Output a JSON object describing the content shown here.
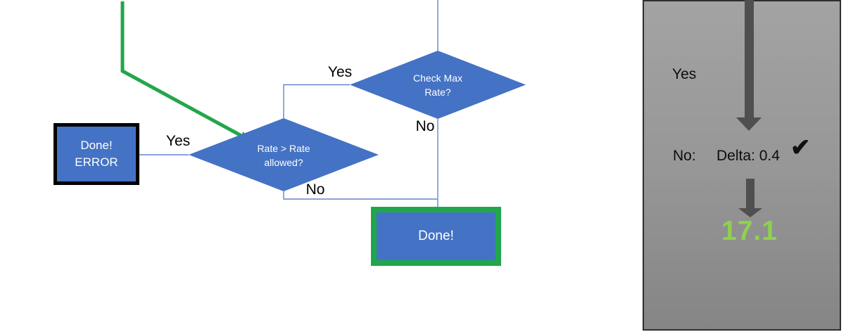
{
  "slide": {
    "background": "#ffffff"
  },
  "flowchart": {
    "colors": {
      "shape_blue": "#4472C4",
      "connector_blue": "#4472C4",
      "arrow_green": "#22A64B",
      "shape_text": "#ffffff",
      "label_text": "#000000",
      "error_box_border": "#000000",
      "done_box_border": "#22A64B"
    },
    "decisions": [
      {
        "id": "check-max-rate",
        "line1": "Check Max",
        "line2": "Rate?"
      },
      {
        "id": "rate-allowed",
        "line1": "Rate > Rate",
        "line2": "allowed?"
      }
    ],
    "labels": {
      "check_max_yes": "Yes",
      "check_max_no": "No",
      "rate_yes": "Yes",
      "rate_no": "No"
    },
    "done_error_box": {
      "line1": "Done!",
      "line2": "ERROR"
    },
    "done_box": {
      "label": "Done!"
    }
  },
  "side_panel": {
    "colors": {
      "bg_top": "#a3a3a3",
      "bg_bottom": "#858585",
      "border": "#2e2e2e",
      "arrow_gray": "#4f4f4f",
      "result_green": "#8FD14F",
      "text": "#0d0d0d"
    },
    "yes_label": "Yes",
    "no_label": "No:",
    "delta_value": "Delta: 0.4",
    "check_icon": "✔",
    "result_value": "17.1"
  }
}
